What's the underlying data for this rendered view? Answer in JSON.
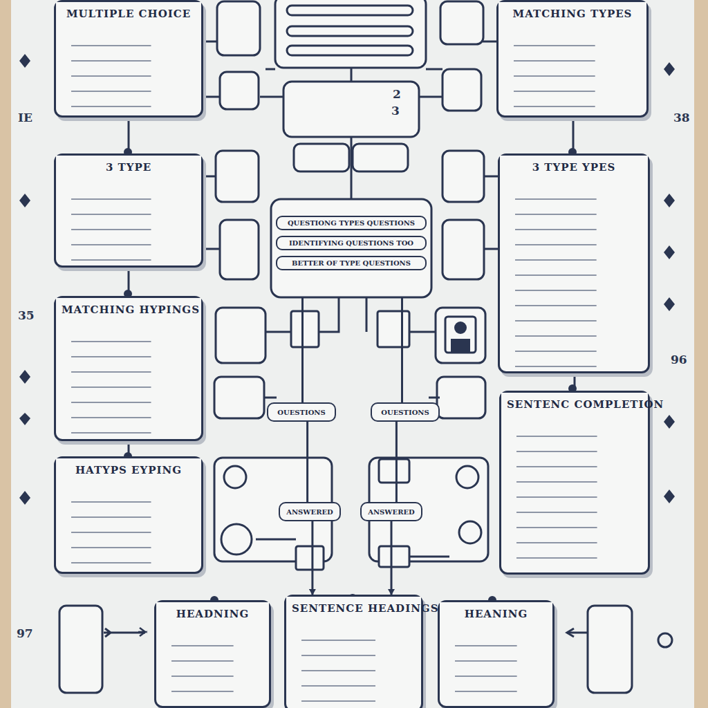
{
  "diagram": {
    "nodes": [
      {
        "text": [
          "MULTIPLE CHOICE"
        ]
      },
      {
        "text": [
          "MATCHING TYPES"
        ]
      },
      {
        "text": [
          "3 TYPE"
        ]
      },
      {
        "text": [
          "QUESTIONG TYPES QUESTIONS",
          "IDENTIFYING QUESTIONS TOO",
          "BETTER OF TYPE QUESTIONS"
        ]
      },
      {
        "text": [
          "3 TYPE YPES"
        ]
      },
      {
        "text": [
          "MATCHING HYPINGS"
        ]
      },
      {
        "text": [
          "SENTENC COMPLETION"
        ]
      },
      {
        "text": [
          "HATYPS EYPING"
        ]
      },
      {
        "text": [
          "OUESTIONS"
        ]
      },
      {
        "text": [
          "OUESTIONS"
        ]
      },
      {
        "text": [
          "ANSWERED"
        ]
      },
      {
        "text": [
          "ANSWERED"
        ]
      },
      {
        "text": [
          "HEADNING"
        ]
      },
      {
        "text": [
          "SENTENCE HEADINGS"
        ]
      },
      {
        "text": [
          "HEANING"
        ]
      }
    ],
    "edges": [
      {
        "from": 0,
        "to": 2,
        "arrow": "none"
      },
      {
        "from": 2,
        "to": 5,
        "arrow": "none"
      },
      {
        "from": 5,
        "to": 7,
        "arrow": "none"
      },
      {
        "from": 1,
        "to": 4,
        "arrow": "none"
      },
      {
        "from": 4,
        "to": 6,
        "arrow": "none"
      },
      {
        "from": 3,
        "to": 8,
        "arrow": "none"
      },
      {
        "from": 3,
        "to": 9,
        "arrow": "none"
      },
      {
        "from": 8,
        "to": 10,
        "arrow": "none"
      },
      {
        "from": 9,
        "to": 11,
        "arrow": "none"
      },
      {
        "from": 10,
        "to": 13,
        "arrow": "to"
      },
      {
        "from": 11,
        "to": 13,
        "arrow": "to"
      }
    ],
    "labels": [
      "IE",
      "38",
      "35",
      "96",
      "97",
      "3",
      "2"
    ]
  }
}
